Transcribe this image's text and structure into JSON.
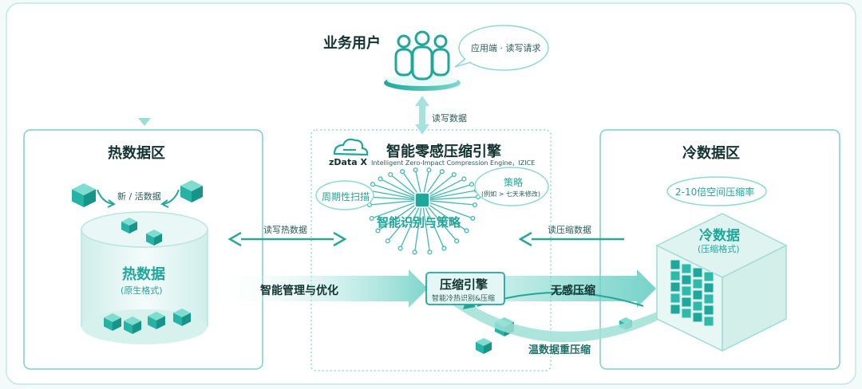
{
  "top": {
    "users_title": "业务用户",
    "bubble": "应用端 · 读写请求",
    "rw_label": "读写数据"
  },
  "hot": {
    "title": "热数据区",
    "new_active": "新 / 活数据",
    "cyl_title": "热数据",
    "cyl_sub": "(原生格式)",
    "rw_label": "读写热数据",
    "manage_label": "智能管理与优化"
  },
  "engine": {
    "logo": "zData X",
    "title": "智能零感压缩引擎",
    "subtitle": "Intelligent Zero-Impact Compression Engine，IZICE",
    "periodic": "周期性扫描",
    "strategy": "策略",
    "strategy_note": "(例如 > 七天未修改)",
    "chip_label": "智能识别与策略",
    "box_title": "压缩引擎",
    "box_sub": "智能冷热识别&压缩",
    "no_sense": "无感压缩",
    "warm": "温数据重压缩"
  },
  "cold": {
    "title": "冷数据区",
    "ratio": "2-10倍空间压缩率",
    "cube_title": "冷数据",
    "cube_sub": "(压缩格式)",
    "rw_label": "读压缩数据"
  },
  "colors": {
    "accent": "#1fa79b",
    "dark": "#12332f",
    "panel_border": "#79d0c6",
    "panel_fill": "#ffffff"
  }
}
